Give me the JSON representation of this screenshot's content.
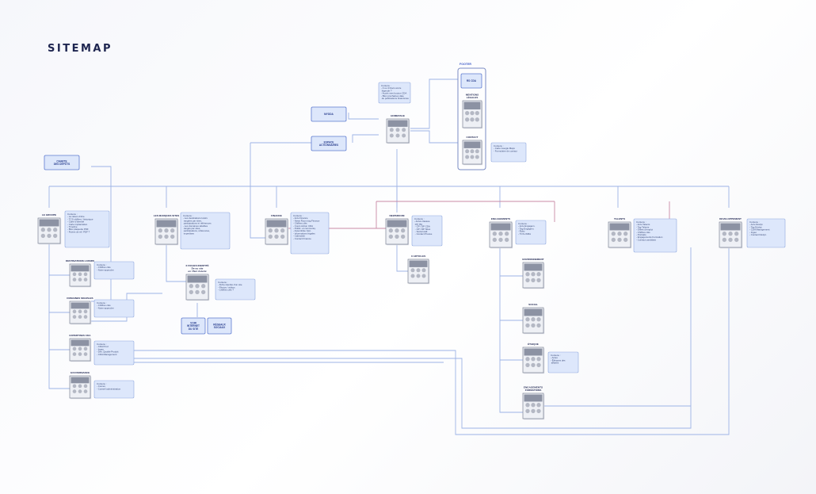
{
  "page_title": "SITEMAP",
  "colors": {
    "line": "#9db3e6",
    "accent_line": "#c98aa5",
    "note_fill": "#dde7fb",
    "note_stroke": "#8fa8de",
    "label": "#1e2550",
    "thumb_fill": "#eef0f5",
    "thumb_stroke": "#7d8395"
  },
  "pages": [
    {
      "id": "homepage",
      "label": "HOMEPAGE"
    },
    {
      "id": "groupe",
      "label": "LE GROUPE"
    },
    {
      "id": "marques",
      "label": "LES MARQUES SITES"
    },
    {
      "id": "finance",
      "label": "FINANCE"
    },
    {
      "id": "newsroom",
      "label": "NEWSROOM"
    },
    {
      "id": "articles",
      "label": "X ARTICLES"
    },
    {
      "id": "engagements",
      "label": "ENGAGEMENTS"
    },
    {
      "id": "talents",
      "label": "TALENTS"
    },
    {
      "id": "developpement",
      "label": "DEVELOPPEMENT"
    },
    {
      "id": "destinations",
      "label": "DESTINATIONS LOISIRS"
    },
    {
      "id": "domaines",
      "label": "DOMAINES SKIABLES"
    },
    {
      "id": "expertises",
      "label": "EXPERTISES CDA"
    },
    {
      "id": "gouvernance",
      "label": "GOUVERNANCE"
    },
    {
      "id": "fiches",
      "label": "X FICHES IDENTITÉ\nDe ou site\nex: Parc Asterix"
    },
    {
      "id": "environnement",
      "label": "ENVIRONNEMENT"
    },
    {
      "id": "social",
      "label": "SOCIAL"
    },
    {
      "id": "ethique",
      "label": "ÉTHIQUE"
    },
    {
      "id": "formations",
      "label": "ENGAGEMENTS\nFORMATIONS"
    },
    {
      "id": "mentions",
      "label": "MENTIONS\nLÉGALES"
    },
    {
      "id": "contact",
      "label": "CONTACT"
    }
  ],
  "boxes": [
    {
      "id": "mydda",
      "label": "MYDDA"
    },
    {
      "id": "espace",
      "label": "ESPACE\nACTIONNAIRES"
    },
    {
      "id": "charte",
      "label": "CHARTE\nDES DÉPÔTS"
    },
    {
      "id": "voir",
      "label": "VOIR\nINTERNET\nDU SITE"
    },
    {
      "id": "reseaux",
      "label": "RÉSEAUX\nSOCIAUX"
    },
    {
      "id": "rscda",
      "label": "RS CDA"
    }
  ],
  "footer_label": "FOOTER",
  "notes": [
    {
      "id": "homepage",
      "text": "Contenu :\n- 3 ou 4 blocs ancre\n  légende ?\n- Accès vers bouton CDA\n- Bloc prochaines date\n  de publications financières"
    },
    {
      "id": "contact",
      "text": "Contenu :\n\n- Carte Google Maps\n- Formulaire de contact"
    },
    {
      "id": "groupe",
      "text": "Contenu :\n- La raison d'être\n- TCS chiffres / historique\n- Carte d'identité\n- Carte implantation\n- Timeline\n- Bloc plaquette PDF\n- Fiches de réf. PDF ?"
    },
    {
      "id": "marques",
      "text": "Contenu :\n\n- Les destinations loisirs\n  rangées par sites,\n  participations et références\n\n- Les domaines skiables\n  rangés par sites,\n  participations, références,\n  expertises"
    },
    {
      "id": "finance",
      "text": "Contenu :\n- Actu Finance\n- News Room tag Finance\n- Chiffres clés\n- Cours Action CDA\n- Public. et communiq.\n- Assemblée Gén.\n- Informations légales\n- Calendrier\n- Contact Finance"
    },
    {
      "id": "newsroom",
      "text": "Contenu :\n- Actus classée\n  par tag\n  - CP / DP CDA\n  - CP / DP Sites\n  - Social wall\n  - Contact Presse"
    },
    {
      "id": "engagements",
      "text": "Contenu :\n\n- Actu Engagem.\n- Tag Engagem.\n- Édito\n- TCS chiffré"
    },
    {
      "id": "talents",
      "text": "Contenu :\n\n- Actu Talents\n- Tag Talents\n- Offres d'emploi\n- Chiffres clés\n- Portraits\n- Engagements Formation\n- Contact candidats"
    },
    {
      "id": "developpement",
      "text": "Contenu :\n\n- Actu Dévlpt.\n- Tag Dévlpt.\n- CDA Management\n- Ingeo\n- Contact Dévlpt."
    },
    {
      "id": "destinations",
      "text": "Contenu :\n\n- Chiffres clés\n- Notre approche"
    },
    {
      "id": "domaines",
      "text": "Contenu :\n\n- Chiffres clés\n- Notre approche"
    },
    {
      "id": "expertises",
      "text": "Contenu :\n\n- CDA Prod\n- Ingeo\n- Dév. Qualité Produit\n- CDA Management"
    },
    {
      "id": "gouvernance",
      "text": "Contenu :\n\n- Comex\n- Conseil administration"
    },
    {
      "id": "fiches",
      "text": "Contenu :\n\n- Fiche identité d'un site\n- Photos / vidéos\n- Chiffres clés ?"
    },
    {
      "id": "ethique",
      "text": "Contenu :\n\n- Actes\n- Éthiques des\n  affaires"
    }
  ]
}
